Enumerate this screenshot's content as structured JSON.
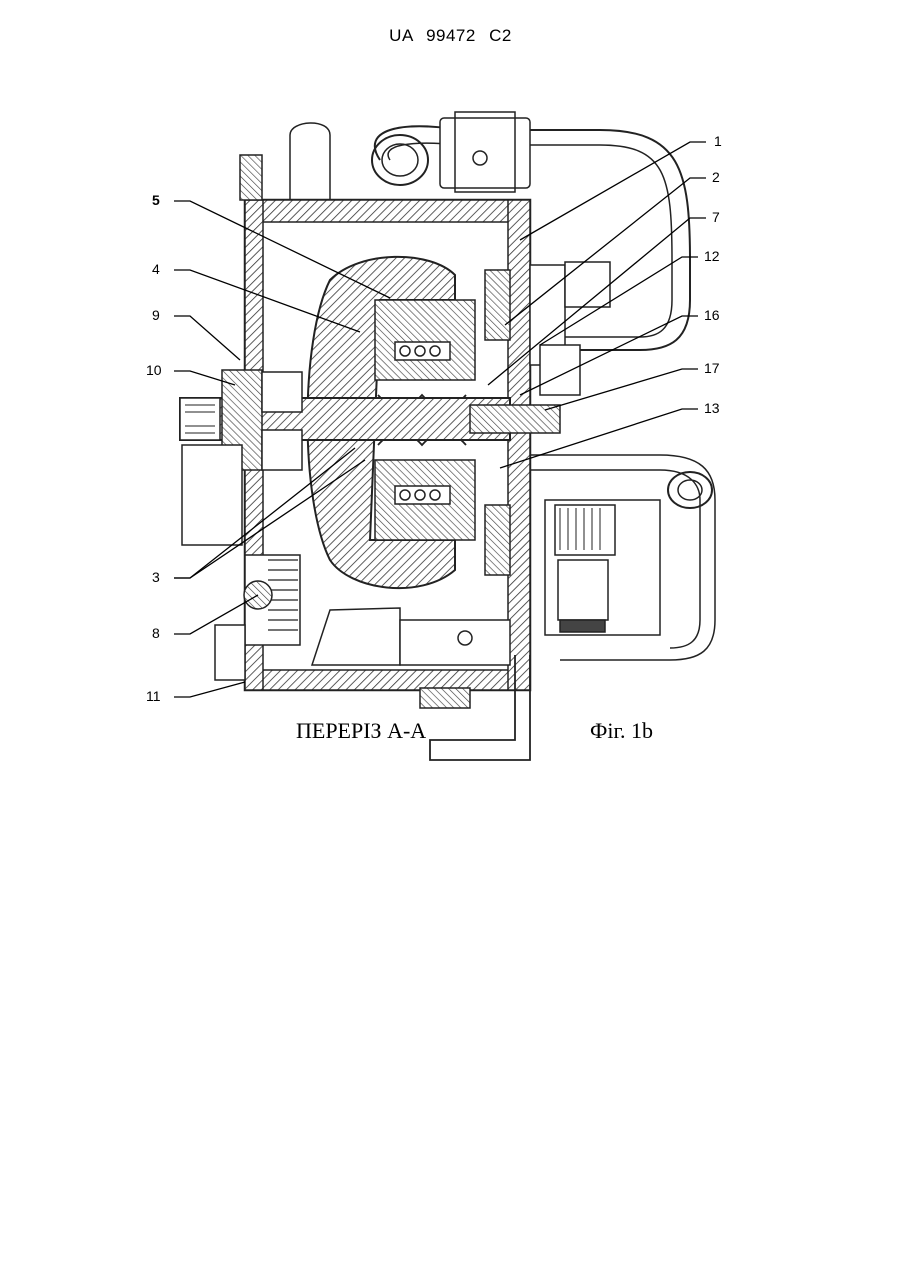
{
  "document": {
    "header": "UA 99472 C2",
    "section_caption": "ПЕРЕРІЗ А-А",
    "figure_caption": "Фіг. 1b"
  },
  "callouts": {
    "n1": "1",
    "n2": "2",
    "n7": "7",
    "n12": "12",
    "n16": "16",
    "n17": "17",
    "n13": "13",
    "n5": "5",
    "n4": "4",
    "n9": "9",
    "n10": "10",
    "n3": "3",
    "n8": "8",
    "n11": "11"
  },
  "icons": {
    "drawing": "mechanical-cross-section-drawing"
  }
}
